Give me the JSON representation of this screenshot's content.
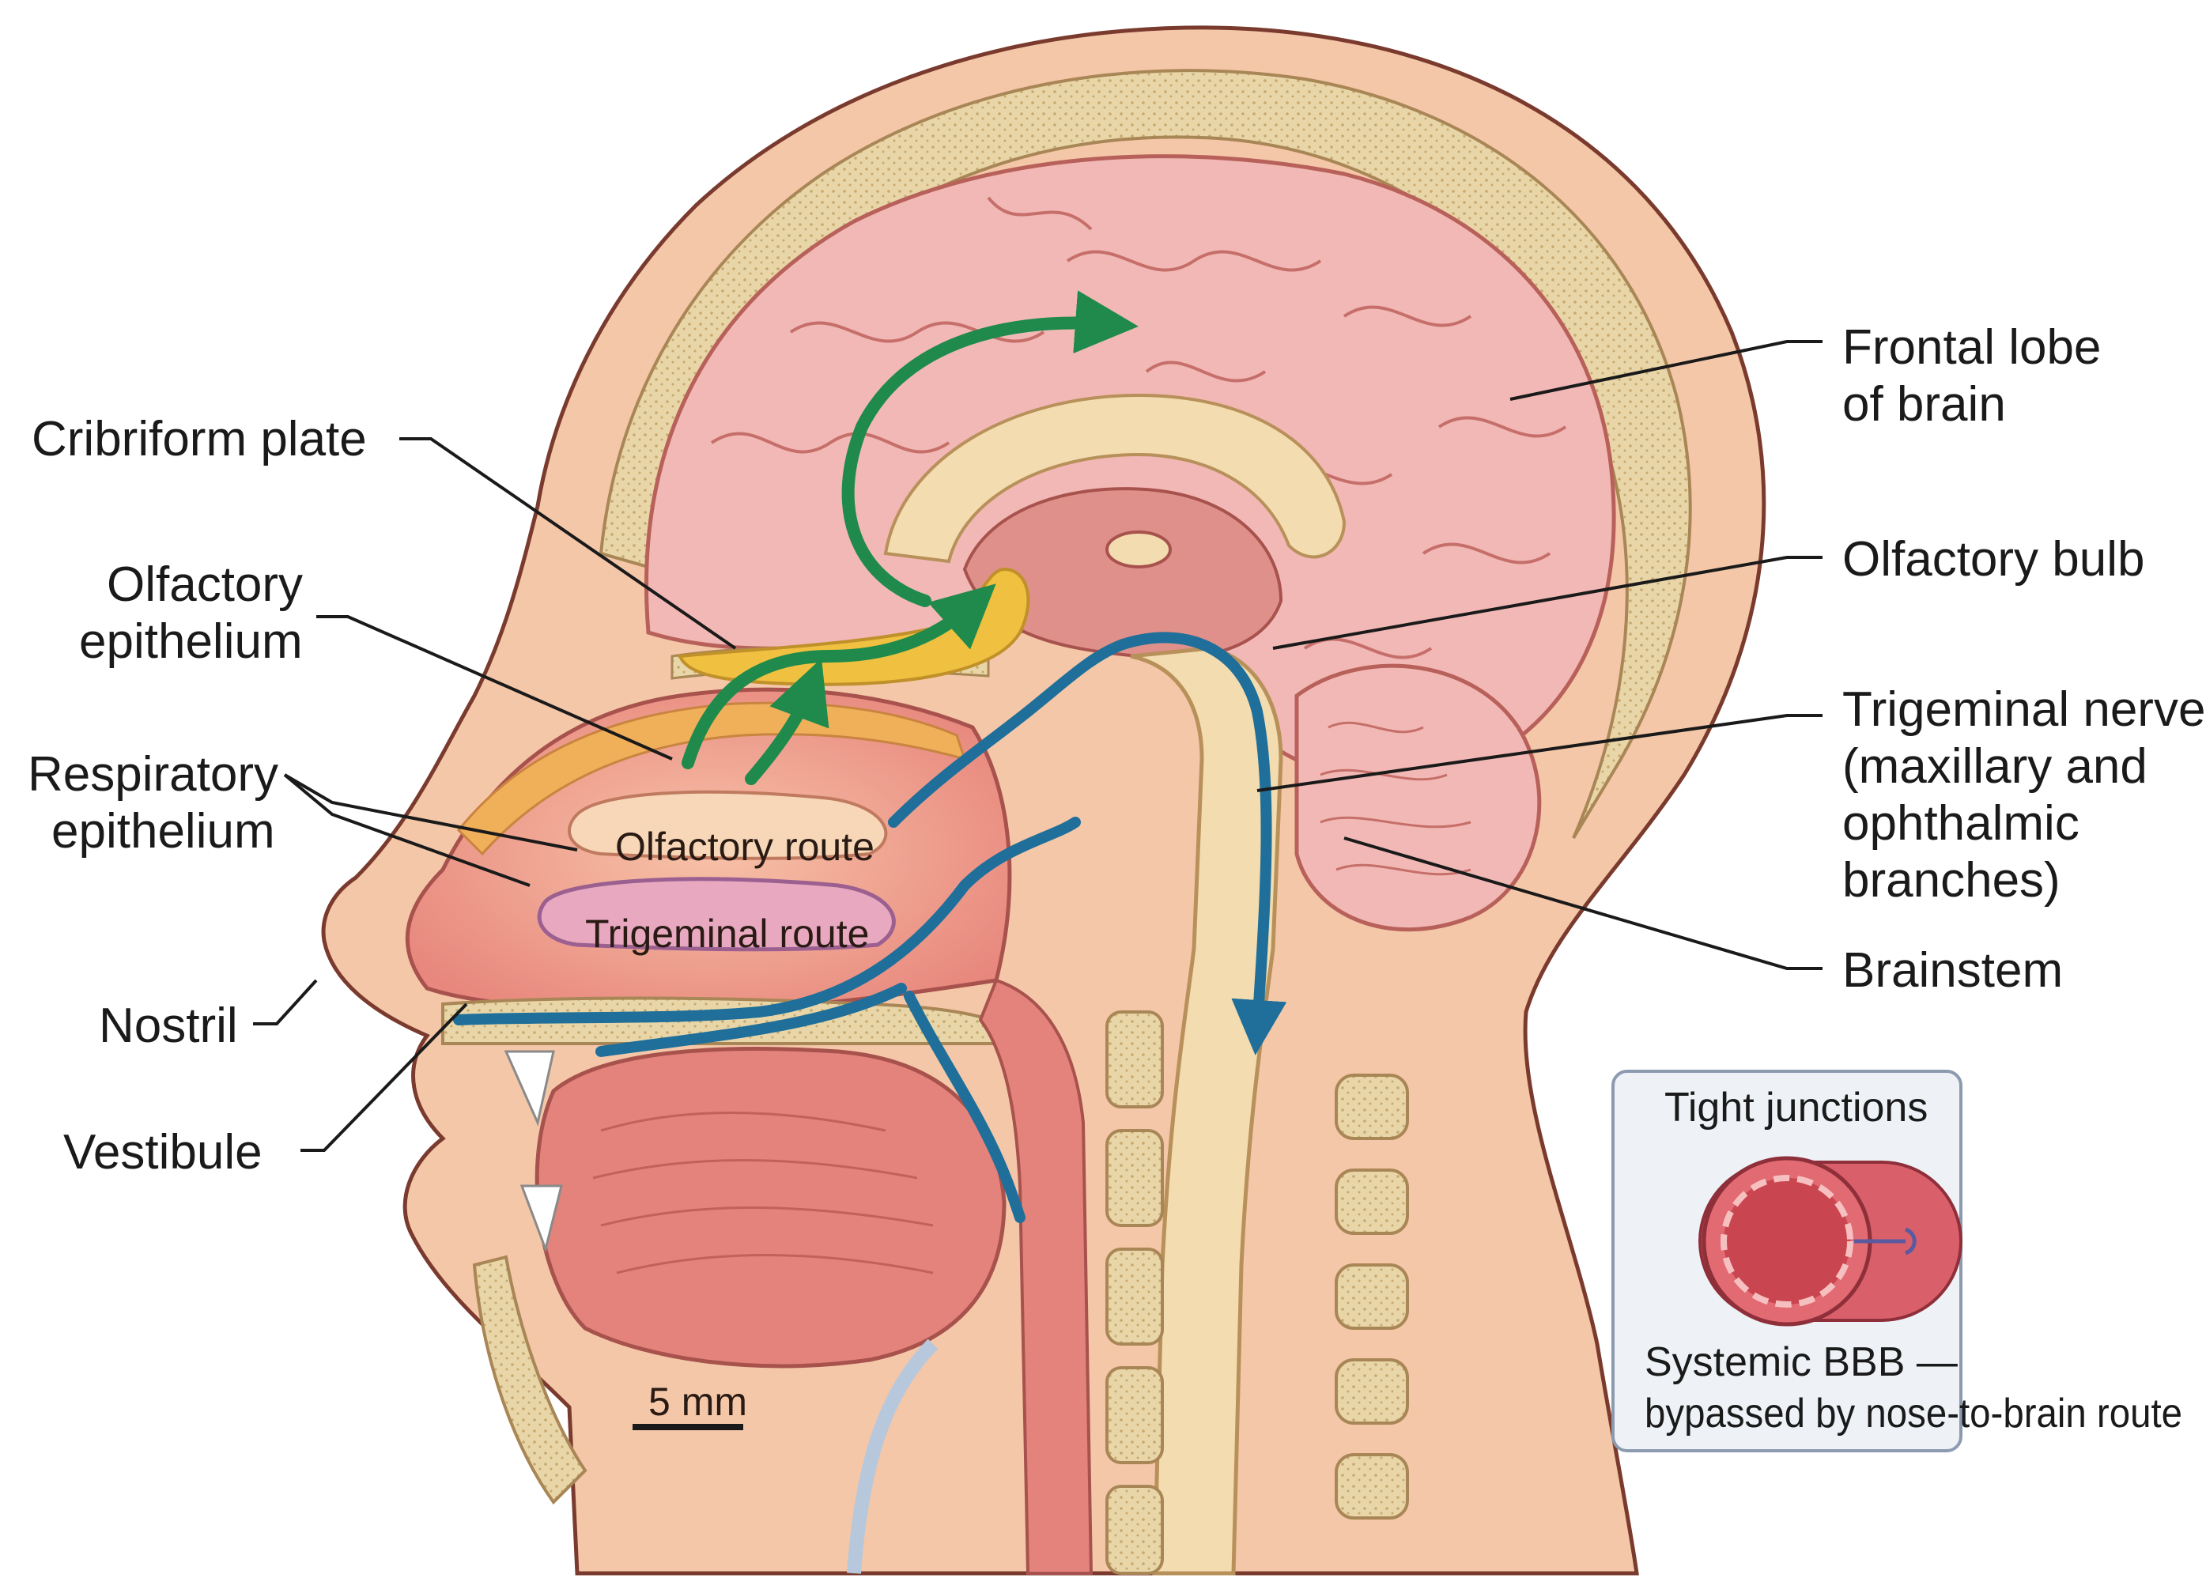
{
  "labels": {
    "frontal_lobe": [
      "Frontal lobe",
      "of brain"
    ],
    "cribriform_plate": "Cribriform plate",
    "olfactory_epithelium": [
      "Olfactory",
      "epithelium"
    ],
    "respiratory_epithelium": [
      "Respiratory",
      "epithelium"
    ],
    "nostril": "Nostril",
    "vestibule": "Vestibule",
    "olfactory_bulb": "Olfactory bulb",
    "trigeminal_nerve": [
      "Trigeminal nerve",
      "(maxillary and",
      "ophthalmic",
      "branches)"
    ],
    "brainstem": "Brainstem"
  },
  "routes": {
    "olfactory": "Olfactory route",
    "trigeminal": "Trigeminal route"
  },
  "scale_bar": "5 mm",
  "inset": {
    "title": "Tight junctions",
    "caption": [
      "Systemic BBB —",
      "bypassed by nose-to-brain route"
    ]
  },
  "colors": {
    "olfactory_route": "#1f8a4c",
    "trigeminal_route": "#1f6f9a",
    "olfactory_bulb": "#f0c040",
    "brain": "#f2b8b5",
    "skin": "#f4c7a8",
    "bone": "#e9d6a8",
    "mucosa": "#e3837b",
    "inset_bg": "#eef2f7"
  },
  "icons": {
    "olfactory_arrows": "arrow-curved-up-icon",
    "trigeminal_arrow": "arrow-down-icon",
    "vessel": "blood-vessel-icon"
  }
}
